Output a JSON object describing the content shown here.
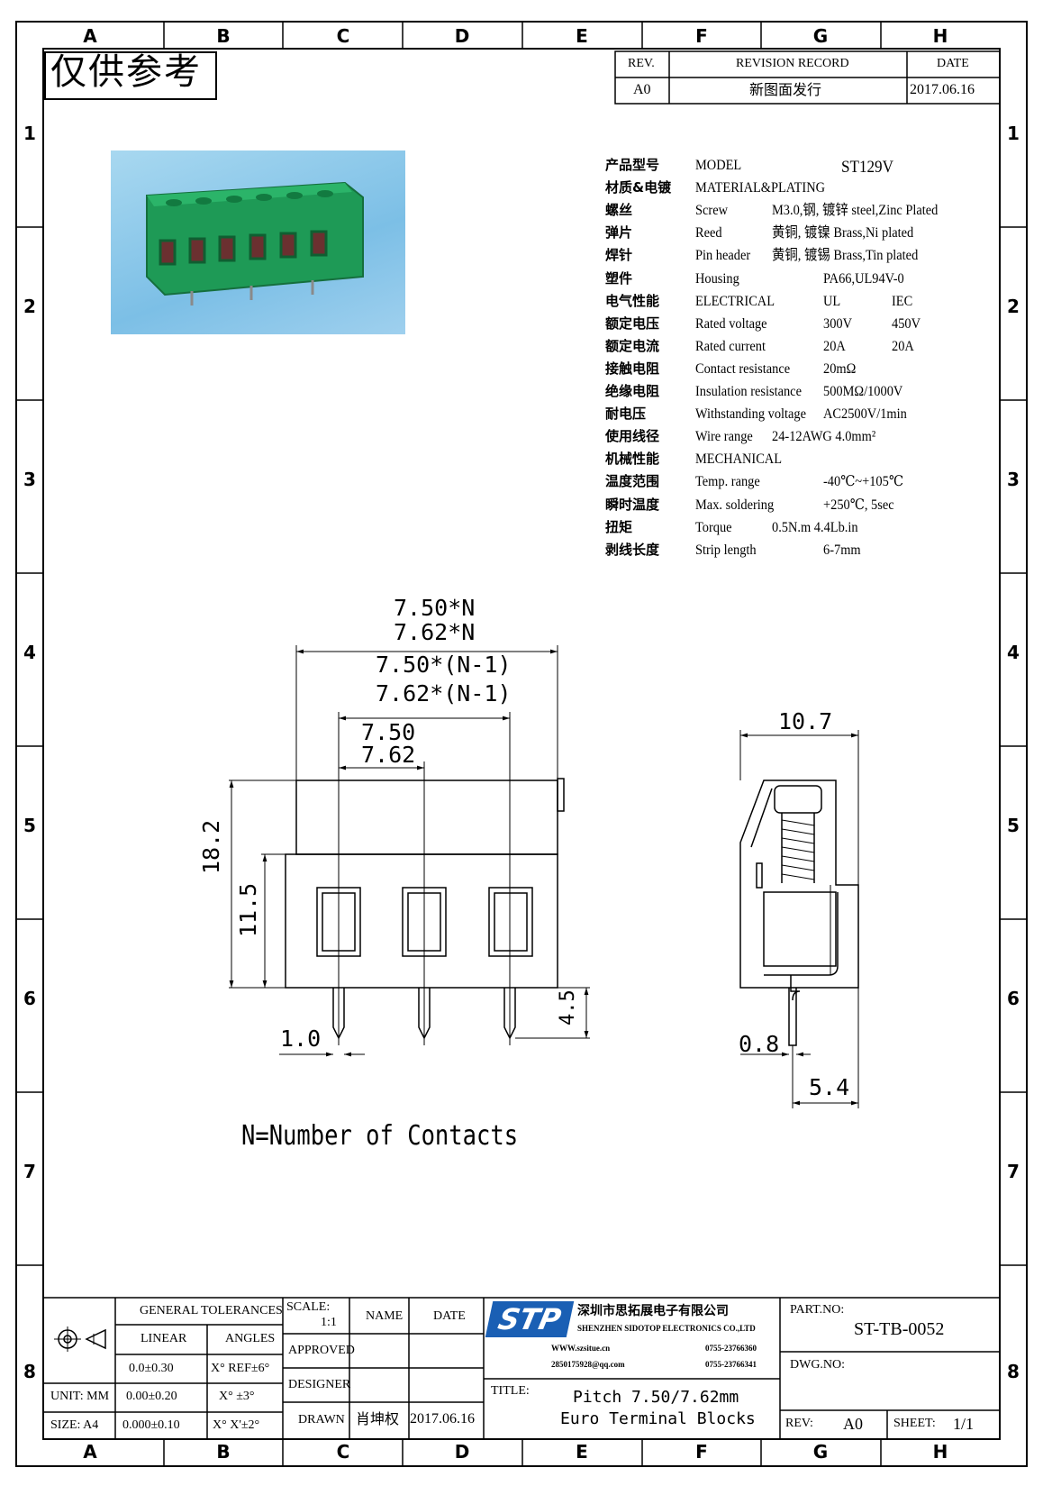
{
  "watermark": "仅供参考",
  "column_letters": [
    "A",
    "B",
    "C",
    "D",
    "E",
    "F",
    "G",
    "H"
  ],
  "row_numbers": [
    "1",
    "2",
    "3",
    "4",
    "5",
    "6",
    "7",
    "8"
  ],
  "revision": {
    "headers": {
      "rev": "REV.",
      "record": "REVISION RECORD",
      "date": "DATE"
    },
    "row": {
      "rev": "A0",
      "record": "新图面发行",
      "date": "2017.06.16"
    }
  },
  "photo_caption": "",
  "specs": [
    {
      "cn": "产品型号",
      "en": "MODEL",
      "v1": "ST129V",
      "v2": ""
    },
    {
      "cn": "材质&电镀",
      "en": "MATERIAL&PLATING",
      "v1": "",
      "v2": ""
    },
    {
      "cn": "螺丝",
      "en": "Screw",
      "v1": "M3.0,钢, 镀锌 steel,Zinc Plated",
      "v2": ""
    },
    {
      "cn": "弹片",
      "en": "Reed",
      "v1": "黄铜, 镀镍 Brass,Ni plated",
      "v2": ""
    },
    {
      "cn": "焊针",
      "en": "Pin header",
      "v1": "黄铜, 镀锡 Brass,Tin plated",
      "v2": ""
    },
    {
      "cn": "塑件",
      "en": "Housing",
      "v1": "PA66,UL94V-0",
      "v2": ""
    },
    {
      "cn": "电气性能",
      "en": "ELECTRICAL",
      "v1": "UL",
      "v2": "IEC"
    },
    {
      "cn": "额定电压",
      "en": "Rated voltage",
      "v1": "300V",
      "v2": "450V"
    },
    {
      "cn": "额定电流",
      "en": "Rated current",
      "v1": "20A",
      "v2": "20A"
    },
    {
      "cn": "接触电阻",
      "en": "Contact resistance",
      "v1": "20mΩ",
      "v2": ""
    },
    {
      "cn": "绝缘电阻",
      "en": "Insulation resistance",
      "v1": "500MΩ/1000V",
      "v2": ""
    },
    {
      "cn": "耐电压",
      "en": "Withstanding voltage",
      "v1": "AC2500V/1min",
      "v2": ""
    },
    {
      "cn": "使用线径",
      "en": "Wire range",
      "v1": "24-12AWG 4.0mm²",
      "v2": ""
    },
    {
      "cn": "机械性能",
      "en": "MECHANICAL",
      "v1": "",
      "v2": ""
    },
    {
      "cn": "温度范围",
      "en": "Temp. range",
      "v1": "-40℃~+105℃",
      "v2": ""
    },
    {
      "cn": "瞬时温度",
      "en": "Max. soldering",
      "v1": "+250℃, 5sec",
      "v2": ""
    },
    {
      "cn": "扭矩",
      "en": "Torque",
      "v1": "0.5N.m  4.4Lb.in",
      "v2": ""
    },
    {
      "cn": "剥线长度",
      "en": "Strip length",
      "v1": "6-7mm",
      "v2": ""
    }
  ],
  "dims": {
    "pitch_n_a": "7.50*N",
    "pitch_n_b": "7.62*N",
    "pitch_n1_a": "7.50*(N-1)",
    "pitch_n1_b": "7.62*(N-1)",
    "pitch_a": "7.50",
    "pitch_b": "7.62",
    "height": "18.2",
    "body_height": "11.5",
    "pin_len": "4.5",
    "pin_w": "1.0",
    "side_w": "10.7",
    "side_pin": "0.8",
    "side_offset": "5.4"
  },
  "note": "N=Number of Contacts",
  "title_block": {
    "general_tolerances": "GENERAL TOLERANCES",
    "linear": "LINEAR",
    "angles": "ANGLES",
    "tol_rows": [
      {
        "lin": "0.0±0.30",
        "ang": "X° REF±6°"
      },
      {
        "lin": "0.00±0.20",
        "ang": "X° ±3°"
      },
      {
        "lin": "0.000±0.10",
        "ang": "X° X'±2°"
      }
    ],
    "unit": "UNIT: MM",
    "size": "SIZE: A4",
    "scale_label": "SCALE:",
    "scale_value": "1:1",
    "name_label": "NAME",
    "date_label": "DATE",
    "approved": "APPROVED",
    "designer": "DESIGNER",
    "drawn": "DRAWN",
    "drawn_name": "肖坤权",
    "drawn_date": "2017.06.16",
    "company_logo": "STP",
    "company_cn": "深圳市思拓展电子有限公司",
    "company_en": "SHENZHEN SIDOTOP ELECTRONICS CO.,LTD",
    "contact1": "WWW.szsitue.cn",
    "contact2": "0755-23766360",
    "contact3": "2850175928@qq.com",
    "contact4": "0755-23766341",
    "title_label": "TITLE:",
    "title_line1": "Pitch 7.50/7.62mm",
    "title_line2": "Euro Terminal Blocks",
    "part_no_label": "PART.NO:",
    "part_no": "ST-TB-0052",
    "dwg_no_label": "DWG.NO:",
    "rev_label": "REV:",
    "rev_value": "A0",
    "sheet_label": "SHEET:",
    "sheet_value": "1/1"
  },
  "colors": {
    "housing": "#1f9a55",
    "photo_bg": "#8fcaea",
    "logo": "#1a5fb4"
  }
}
